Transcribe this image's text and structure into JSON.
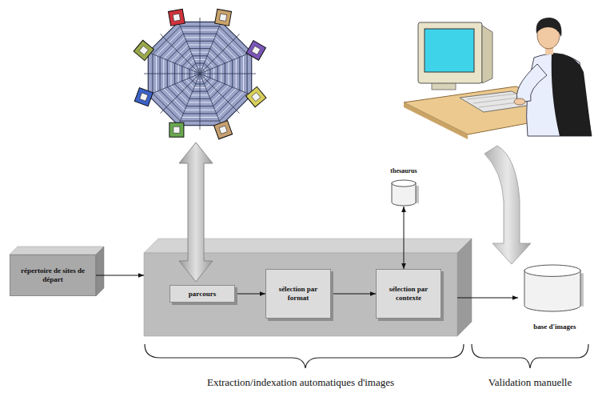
{
  "diagram": {
    "nodes": [
      {
        "text": [
          "répertoire de sites de départ"
        ]
      },
      {
        "text": [
          "Extraction/indexation automatiques d'images"
        ]
      },
      {
        "text": [
          "parcours"
        ],
        "in": 1
      },
      {
        "text": [
          "sélection par format"
        ],
        "in": 1
      },
      {
        "text": [
          "sélection par contexte"
        ],
        "in": 1
      },
      {
        "text": [
          "thesaurus"
        ]
      },
      {
        "text": [
          "base d'images"
        ]
      }
    ],
    "edges": [
      {
        "from": 0,
        "to": 1,
        "arrow": "to"
      },
      {
        "from": 2,
        "to": 3,
        "arrow": "to"
      },
      {
        "from": 3,
        "to": 4,
        "arrow": "to"
      },
      {
        "from": 4,
        "to": 5,
        "arrow": "both"
      },
      {
        "from": 1,
        "to": 6,
        "arrow": "to"
      }
    ],
    "labels": [
      "Validation manuelle"
    ]
  }
}
